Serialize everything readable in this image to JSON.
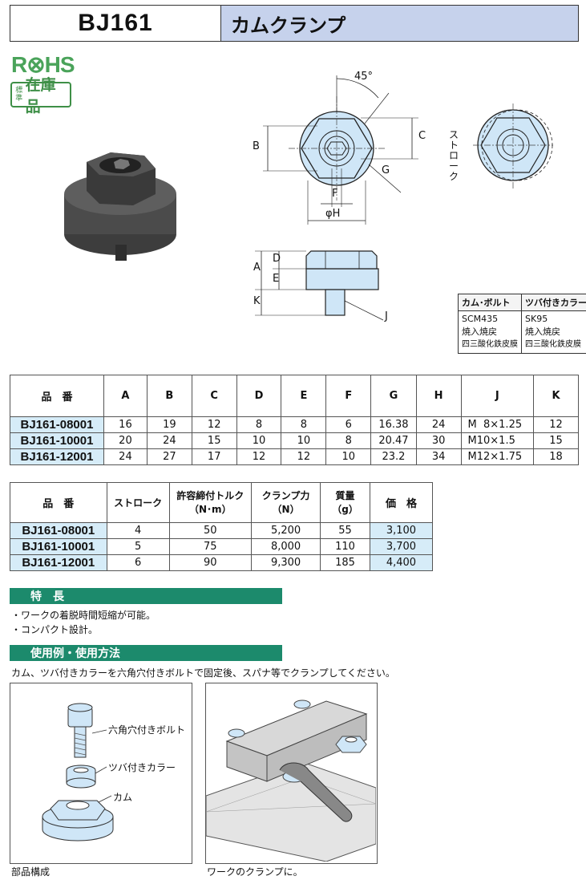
{
  "header": {
    "code": "BJ161",
    "name": "カムクランプ"
  },
  "badges": {
    "rohs": "R⊗HS",
    "stock_small": "標準",
    "stock_big": "在庫品"
  },
  "drawing": {
    "angle": "45°",
    "labels": {
      "A": "A",
      "B": "B",
      "C": "C",
      "D": "D",
      "E": "E",
      "F": "F",
      "G": "G",
      "H": "φH",
      "J": "J",
      "K": "K",
      "stroke": "ストローク"
    }
  },
  "materials": {
    "headers": [
      "カム･ボルト",
      "ツバ付きカラー"
    ],
    "cam": [
      "SCM435",
      "焼入焼戻",
      "四三酸化鉄皮膜"
    ],
    "collar": [
      "SK95",
      "焼入焼戻",
      "四三酸化鉄皮膜"
    ]
  },
  "dim_table": {
    "headers": [
      "品　番",
      "A",
      "B",
      "C",
      "D",
      "E",
      "F",
      "G",
      "H",
      "J",
      "K"
    ],
    "rows": [
      [
        "BJ161-08001",
        "16",
        "19",
        "12",
        "8",
        "8",
        "6",
        "16.38",
        "24",
        "M  8×1.25",
        "12"
      ],
      [
        "BJ161-10001",
        "20",
        "24",
        "15",
        "10",
        "10",
        "8",
        "20.47",
        "30",
        "M10×1.5",
        "15"
      ],
      [
        "BJ161-12001",
        "24",
        "27",
        "17",
        "12",
        "12",
        "10",
        "23.2",
        "34",
        "M12×1.75",
        "18"
      ]
    ]
  },
  "spec_table": {
    "headers": {
      "code": "品　番",
      "stroke": "ストローク",
      "torque": "許容締付トルク",
      "torque_unit": "（N･m）",
      "force": "クランプ力",
      "force_unit": "（N）",
      "mass": "質量",
      "mass_unit": "（g）",
      "price": "価　格"
    },
    "rows": [
      [
        "BJ161-08001",
        "4",
        "50",
        "5,200",
        "55",
        "3,100"
      ],
      [
        "BJ161-10001",
        "5",
        "75",
        "8,000",
        "110",
        "3,700"
      ],
      [
        "BJ161-12001",
        "6",
        "90",
        "9,300",
        "185",
        "4,400"
      ]
    ]
  },
  "features": {
    "title": "特　長",
    "items": [
      "・ワークの着脱時間短縮が可能。",
      "・コンパクト設計。"
    ]
  },
  "usage": {
    "title": "使用例・使用方法",
    "description": "カム、ツバ付きカラーを六角穴付きボルトで固定後、スパナ等でクランプしてください。",
    "parts": {
      "bolt": "六角穴付きボルト",
      "collar": "ツバ付きカラー",
      "cam": "カム"
    },
    "captions": [
      "部品構成",
      "ワークのクランプに。"
    ]
  },
  "colors": {
    "accent_green": "#1c8a6c",
    "header_blue": "#c6d2ec",
    "cell_blue": "#d6ecf8",
    "part_blue": "#cfe6f7"
  }
}
